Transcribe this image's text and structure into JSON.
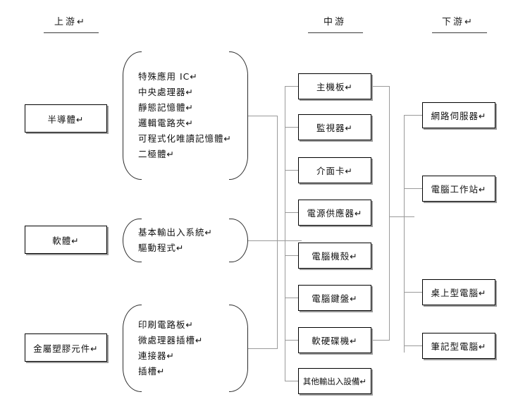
{
  "diagram": {
    "title": "IT Industry Value Chain (Upstream / Midstream / Downstream)",
    "columns": [
      {
        "id": "upstream",
        "label": "上游↵"
      },
      {
        "id": "midstream",
        "label": "中游"
      },
      {
        "id": "downstream",
        "label": "下游↵"
      }
    ],
    "upstream": {
      "categories": [
        {
          "id": "semiconductor",
          "label": "半導體↵",
          "items": [
            "特殊應用 IC↵",
            "中央處理器↵",
            "靜態記憶體↵",
            "邏輯電路夾↵",
            "可程式化唯讀記憶體↵",
            "二極體↵"
          ]
        },
        {
          "id": "software",
          "label": "軟體↵",
          "items": [
            "基本輸出入系統↵",
            "驅動程式↵"
          ]
        },
        {
          "id": "metal-plastic-parts",
          "label": "金屬塑膠元件↵",
          "items": [
            "印刷電路板↵",
            "微處理器插槽↵",
            "連接器↵",
            "插槽↵"
          ]
        }
      ]
    },
    "midstream": {
      "nodes": [
        {
          "id": "motherboard",
          "label": "主機板↵"
        },
        {
          "id": "monitor",
          "label": "監視器↵"
        },
        {
          "id": "interface-card",
          "label": "介面卡↵"
        },
        {
          "id": "power-supply",
          "label": "電源供應器↵"
        },
        {
          "id": "computer-case",
          "label": "電腦機殼↵"
        },
        {
          "id": "keyboard",
          "label": "電腦鍵盤↵"
        },
        {
          "id": "disk-drive",
          "label": "軟硬碟機↵"
        },
        {
          "id": "other-io",
          "label": "其他輸出入設備↵"
        }
      ]
    },
    "downstream": {
      "nodes": [
        {
          "id": "network-server",
          "label": "網路伺服器↵"
        },
        {
          "id": "workstation",
          "label": "電腦工作站↵"
        },
        {
          "id": "desktop-computer",
          "label": "桌上型電腦↵"
        },
        {
          "id": "notebook",
          "label": "筆記型電腦↵"
        }
      ]
    },
    "colors": {
      "background": "#ffffff",
      "box_border": "#000000",
      "box_shadow": "#9a9a9a",
      "connector": "#9a9a9a",
      "bracket": "#2c2c2c",
      "text": "#111111",
      "rule": "#3a3a3a"
    }
  }
}
